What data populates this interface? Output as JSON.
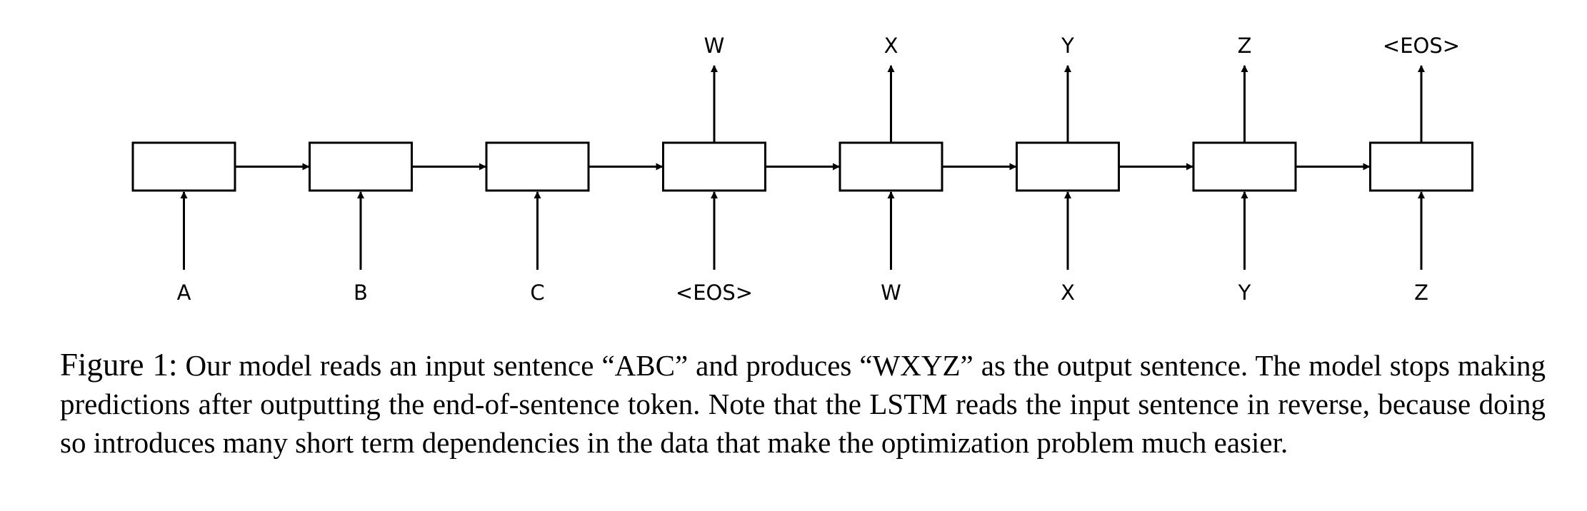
{
  "diagram": {
    "cells": [
      {
        "input": "A",
        "output": ""
      },
      {
        "input": "B",
        "output": ""
      },
      {
        "input": "C",
        "output": ""
      },
      {
        "input": "<EOS>",
        "output": "W"
      },
      {
        "input": "W",
        "output": "X"
      },
      {
        "input": "X",
        "output": "Y"
      },
      {
        "input": "Y",
        "output": "Z"
      },
      {
        "input": "Z",
        "output": "<EOS>"
      }
    ],
    "stroke_color": "#000000"
  },
  "caption": {
    "label": "Figure 1:",
    "text": "Our model reads an input sentence “ABC” and produces “WXYZ” as the output sentence. The model stops making predictions after outputting the end-of-sentence token. Note that the LSTM reads the input sentence in reverse, because doing so introduces many short term dependencies in the data that make the optimization problem much easier."
  }
}
